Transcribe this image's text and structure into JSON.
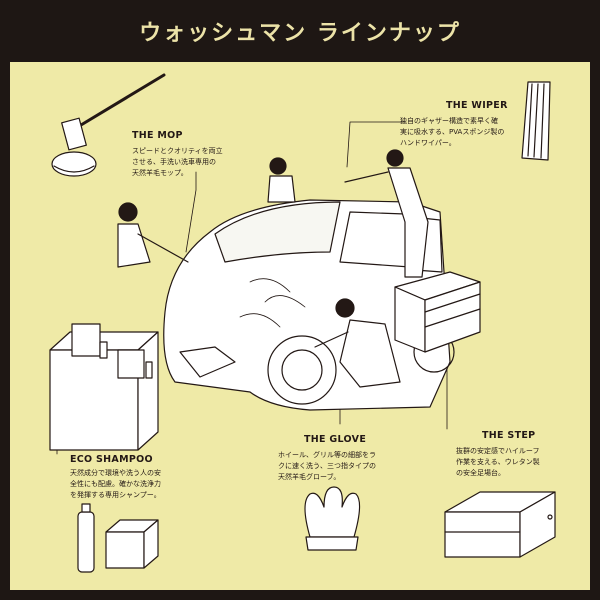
{
  "title": "ウォッシュマン ラインナップ",
  "products": {
    "mop": {
      "name": "THE MOP",
      "description": "スピードとクオリティを両立\nさせる、手洗い洗車専用の\n天然羊毛モップ。"
    },
    "wiper": {
      "name": "THE WIPER",
      "description": "独自のギャザー構造で素早く確\n実に吸水する、PVAスポンジ製の\nハンドワイパー。"
    },
    "eco_shampoo": {
      "name": "ECO SHAMPOO",
      "description": "天然成分で環境や洗う人の安\n全性にも配慮。確かな洗浄力\nを発揮する専用シャンプー。"
    },
    "glove": {
      "name": "THE GLOVE",
      "description": "ホイール、グリル等の細部をラ\nクに速く洗う、三つ指タイプの\n天然羊毛グローブ。"
    },
    "step": {
      "name": "THE STEP",
      "description": "抜群の安定感でハイルーフ\n作業を支える、ウレタン製\nの安全足場台。"
    }
  },
  "colors": {
    "page_background": "#1e1714",
    "panel_background": "#efeaa7",
    "title_text": "#ece3a8",
    "ink": "#231815"
  }
}
